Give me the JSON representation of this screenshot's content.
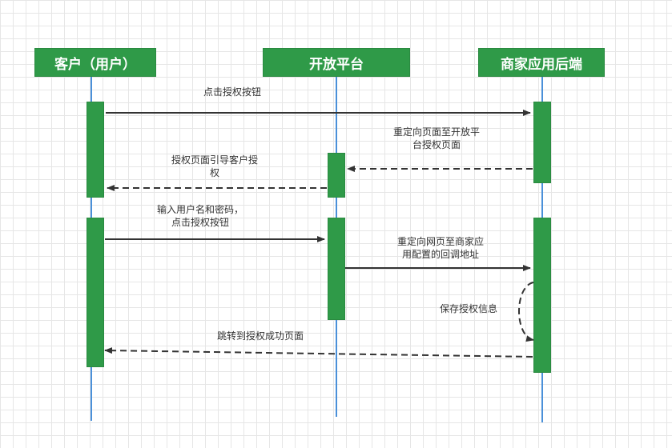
{
  "participants": {
    "customer": "客户（用户）",
    "platform": "开放平台",
    "backend": "商家应用后端"
  },
  "messages": {
    "m1": "点击授权按钮",
    "m2": "重定向页面至开放平\n台授权页面",
    "m3": "授权页面引导客户授\n权",
    "m4": "输入用户名和密码，\n点击授权按钮",
    "m5": "重定向网页至商家应\n用配置的回调地址",
    "m6": "保存授权信息",
    "m7": "跳转到授权成功页面"
  },
  "colors": {
    "header_bg": "#2f9a48",
    "lifeline": "#4a90d9",
    "arrow": "#333333"
  }
}
